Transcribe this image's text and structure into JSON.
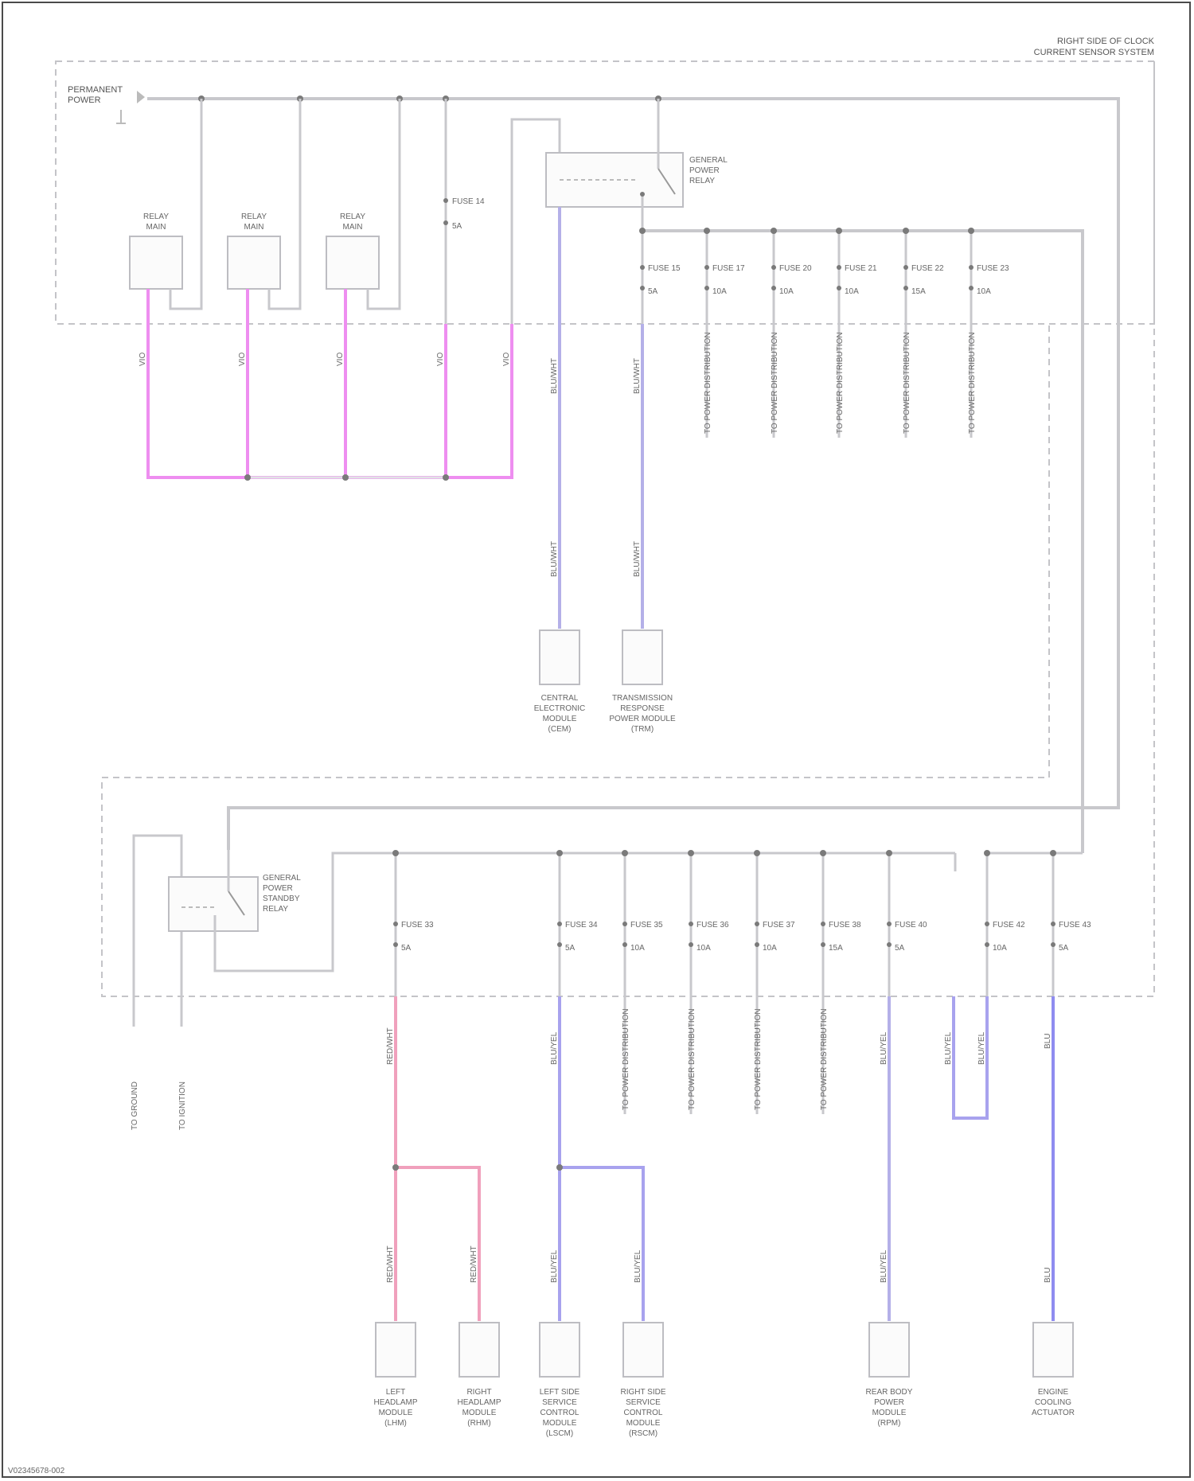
{
  "header": {
    "line1": "RIGHT SIDE OF CLOCK",
    "line2": "CURRENT SENSOR SYSTEM"
  },
  "battery": {
    "line1": "PERMANENT",
    "line2": "POWER"
  },
  "relays_top": [
    {
      "line1": "RELAY",
      "line2": "MAIN"
    },
    {
      "line1": "RELAY",
      "line2": "MAIN"
    },
    {
      "line1": "RELAY",
      "line2": "MAIN"
    }
  ],
  "main_relay": {
    "line1": "GENERAL",
    "line2": "POWER",
    "line3": "RELAY"
  },
  "sub_relay": {
    "line1": "GENERAL",
    "line2": "POWER",
    "line3": "STANDBY",
    "line4": "RELAY"
  },
  "fuse_top_single": {
    "name": "FUSE 14",
    "rating": "5A"
  },
  "fuses_top_row": [
    {
      "name": "FUSE 15",
      "rating": "5A"
    },
    {
      "name": "FUSE 17",
      "rating": "10A"
    },
    {
      "name": "FUSE 20",
      "rating": "10A"
    },
    {
      "name": "FUSE 21",
      "rating": "10A"
    },
    {
      "name": "FUSE 22",
      "rating": "15A"
    },
    {
      "name": "FUSE 23",
      "rating": "10A"
    }
  ],
  "fuses_bottom_row": [
    {
      "name": "FUSE 33",
      "rating": "5A"
    },
    {
      "name": "FUSE 34",
      "rating": "5A"
    },
    {
      "name": "FUSE 35",
      "rating": "10A"
    },
    {
      "name": "FUSE 36",
      "rating": "10A"
    },
    {
      "name": "FUSE 37",
      "rating": "10A"
    },
    {
      "name": "FUSE 38",
      "rating": "15A"
    },
    {
      "name": "FUSE 40",
      "rating": "5A"
    },
    {
      "name": "FUSE 42",
      "rating": "10A"
    },
    {
      "name": "FUSE 43",
      "rating": "5A"
    }
  ],
  "wire_codes": {
    "top_magenta": [
      "VIO",
      "VIO",
      "VIO",
      "VIO",
      "VIO"
    ],
    "top_violet_a": "BLU/WHT",
    "top_violet_b": "BLU/WHT",
    "top_violet_a_lower": "BLU/WHT",
    "top_violet_b_lower": "BLU/WHT",
    "bottom_pink": "RED/WHT",
    "bottom_pink_left": "RED/WHT",
    "bottom_pink_right": "RED/WHT",
    "bottom_violet": "BLU/YEL",
    "bottom_violet_left": "BLU/YEL",
    "bottom_violet_right": "BLU/YEL",
    "bottom_violet_mid": "BLU/YEL",
    "bottom_violet_mid_lower": "BLU/YEL",
    "bottom_violet_loop_a": "BLU/YEL",
    "bottom_violet_loop_b": "BLU/YEL",
    "bottom_blue": "BLU",
    "bottom_blue_lower": "BLU"
  },
  "vertical_notes_top": [
    "TO POWER DISTRIBUTION",
    "TO POWER DISTRIBUTION",
    "TO POWER DISTRIBUTION",
    "TO POWER DISTRIBUTION",
    "TO POWER DISTRIBUTION",
    "TO POWER DISTRIBUTION"
  ],
  "vertical_notes_bottom": [
    "TO POWER DISTRIBUTION",
    "TO POWER DISTRIBUTION",
    "TO POWER DISTRIBUTION",
    "TO POWER DISTRIBUTION",
    "TO POWER DISTRIBUTION"
  ],
  "vertical_notes_left": [
    "TO GROUND",
    "TO IGNITION"
  ],
  "components_top": [
    {
      "line1": "CENTRAL",
      "line2": "ELECTRONIC",
      "line3": "MODULE",
      "line4": "(CEM)"
    },
    {
      "line1": "TRANSMISSION",
      "line2": "RESPONSE",
      "line3": "POWER MODULE",
      "line4": "(TRM)"
    }
  ],
  "components_bottom": [
    {
      "line1": "LEFT",
      "line2": "HEADLAMP",
      "line3": "MODULE",
      "line4": "(LHM)"
    },
    {
      "line1": "RIGHT",
      "line2": "HEADLAMP",
      "line3": "MODULE",
      "line4": "(RHM)"
    },
    {
      "line1": "LEFT SIDE",
      "line2": "SERVICE",
      "line3": "CONTROL",
      "line4": "MODULE",
      "line5": "(LSCM)"
    },
    {
      "line1": "RIGHT SIDE",
      "line2": "SERVICE",
      "line3": "CONTROL",
      "line4": "MODULE",
      "line5": "(RSCM)"
    },
    {
      "line1": "REAR BODY",
      "line2": "POWER",
      "line3": "MODULE",
      "line4": "(RPM)"
    },
    {
      "line1": "ENGINE",
      "line2": "COOLING",
      "line3": "ACTUATOR"
    }
  ],
  "footer": {
    "id": "V02345678-002"
  }
}
